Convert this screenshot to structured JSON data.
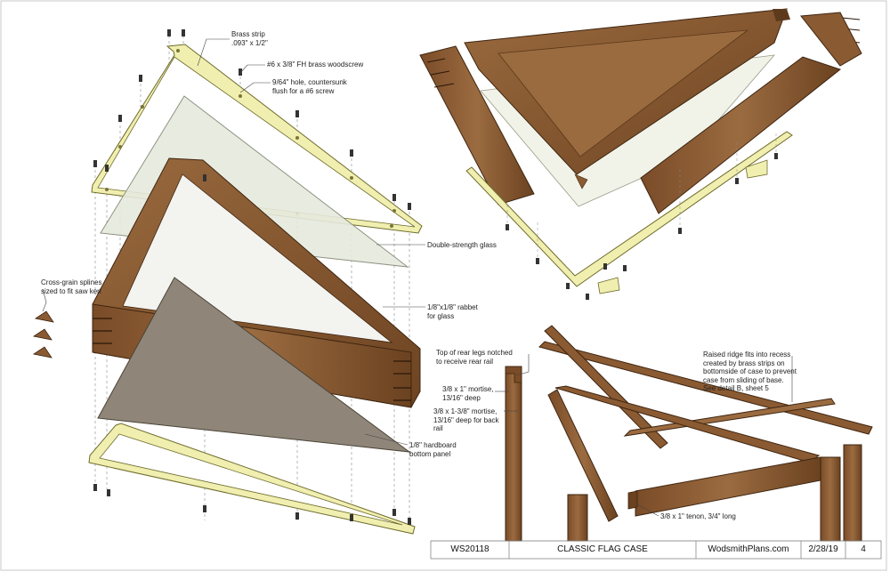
{
  "callouts": {
    "brass_strip": "Brass strip\n.093\" x 1/2\"",
    "woodscrew": "#6 x 3/8\" FH brass woodscrew",
    "hole": "9/64\" hole, countersunk\nflush for a #6 screw",
    "glass": "Double-strength glass",
    "splines": "Cross-grain splines\nsized to fit saw kerf",
    "rabbet": "1/8\"x1/8\" rabbet\nfor glass",
    "hardboard": "1/8\" hardboard\nbottom panel",
    "rear_legs": "Top of rear legs notched\nto receive rear rail",
    "mortise1": "3/8 x 1\" mortise,\n13/16\" deep",
    "mortise2": "3/8 x 1-3/8\" mortise,\n13/16\" deep for back\nrail",
    "raised_ridge": "Raised ridge fits into recess\ncreated by brass strips on\nbottomside of case to prevent\ncase from sliding of base.\nSee detail B, sheet 5",
    "tenon": "3/8 x 1\" tenon, 3/4\" long"
  },
  "title_block": {
    "plan_number": "WS20118",
    "title": "CLASSIC FLAG CASE",
    "website": "WodsmithPlans.com",
    "date": "2/28/19",
    "sheet": "4"
  },
  "colors": {
    "wood": "#8a5a32",
    "wood_dark": "#5e3a1c",
    "brass": "#f0efb0",
    "glass": "#e9ecdf",
    "hardboard": "#8f8679"
  }
}
